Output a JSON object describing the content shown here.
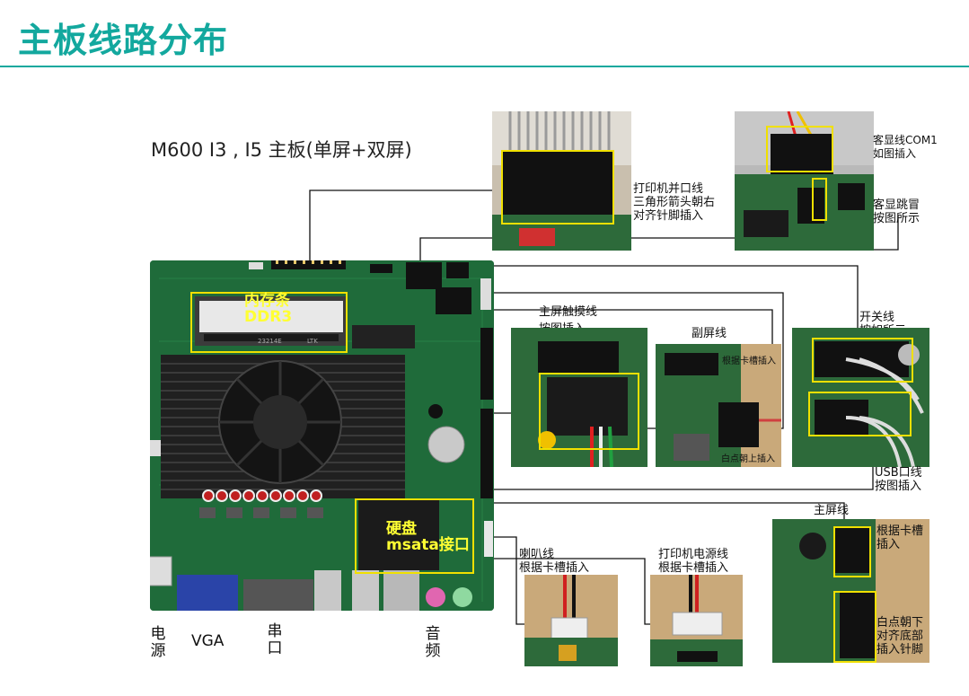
{
  "page": {
    "title": "主板线路分布",
    "subtitle": "M600  I3 , I5 主板(单屏+双屏)"
  },
  "board": {
    "memory_label": "内存条\nDDR3",
    "memory_chip_text": "23214E",
    "memory_chip_text2": "LTK",
    "ssd_label": "硬盘\nmsata接口"
  },
  "bottom_labels": {
    "power": "电源",
    "vga": "VGA",
    "serial": "串口",
    "audio": "音频"
  },
  "callouts": {
    "printer_parallel": "打印机并口线\n三角形箭头朝右\n对齐针脚插入",
    "com_display": "客显线COM1\n如图插入",
    "com_jumper": "客显跳冒\n按图所示",
    "touch": "主屏触摸线\n按图插入",
    "sub_screen": "副屏线",
    "sub_card": "根据卡槽插入",
    "sub_white": "白点朝上插入",
    "switch": "开关线\n按如所示",
    "usb": "USB口线\n按图插入",
    "main_screen": "主屏线",
    "main_card": "根据卡槽\n插入",
    "main_white": "白点朝下\n对齐底部\n插入针脚",
    "speaker": "喇叭线\n根据卡槽插入",
    "printer_power": "打印机电源线\n根据卡槽插入"
  },
  "colors": {
    "accent": "#13a89e",
    "highlight": "#f0e000",
    "pcb": "#1f6b3a"
  }
}
